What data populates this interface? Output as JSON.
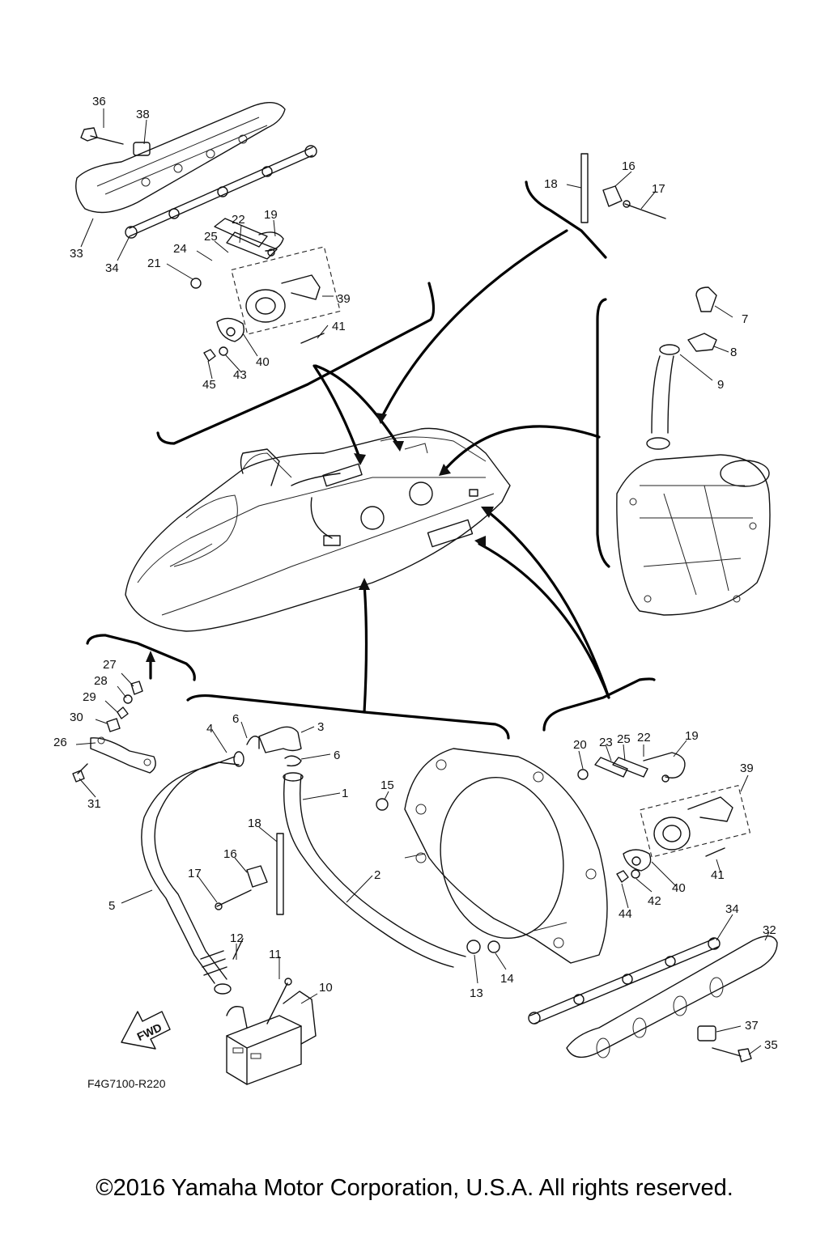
{
  "diagram": {
    "code": "F4G7100-R220",
    "fwd_label": "FWD",
    "copyright": "©2016 Yamaha Motor Corporation, U.S.A. All rights reserved.",
    "callouts": {
      "c36a": "36",
      "c38a": "38",
      "c33a": "33",
      "c34a": "34",
      "c22a": "22",
      "c19a": "19",
      "c24a": "24",
      "c25a": "25",
      "c21a": "21",
      "c39a": "39",
      "c41a": "41",
      "c40a": "40",
      "c43a": "43",
      "c45a": "45",
      "c18a": "18",
      "c16a": "16",
      "c17a": "17",
      "c7": "7",
      "c8": "8",
      "c9": "9",
      "c27": "27",
      "c28": "28",
      "c29": "29",
      "c30": "30",
      "c26": "26",
      "c31": "31",
      "c4": "4",
      "c6a": "6",
      "c3": "3",
      "c6b": "6",
      "c1": "1",
      "c15": "15",
      "c18b": "18",
      "c16b": "16",
      "c17b": "17",
      "c5": "5",
      "c2": "2",
      "c12": "12",
      "c11": "11",
      "c10": "10",
      "c13": "13",
      "c14": "14",
      "c20b": "20",
      "c23b": "23",
      "c25b": "25",
      "c22b": "22",
      "c19b": "19",
      "c39b": "39",
      "c40b": "40",
      "c41b": "41",
      "c42b": "42",
      "c44b": "44",
      "c34b": "34",
      "c32": "32",
      "c37": "37",
      "c35": "35"
    }
  }
}
